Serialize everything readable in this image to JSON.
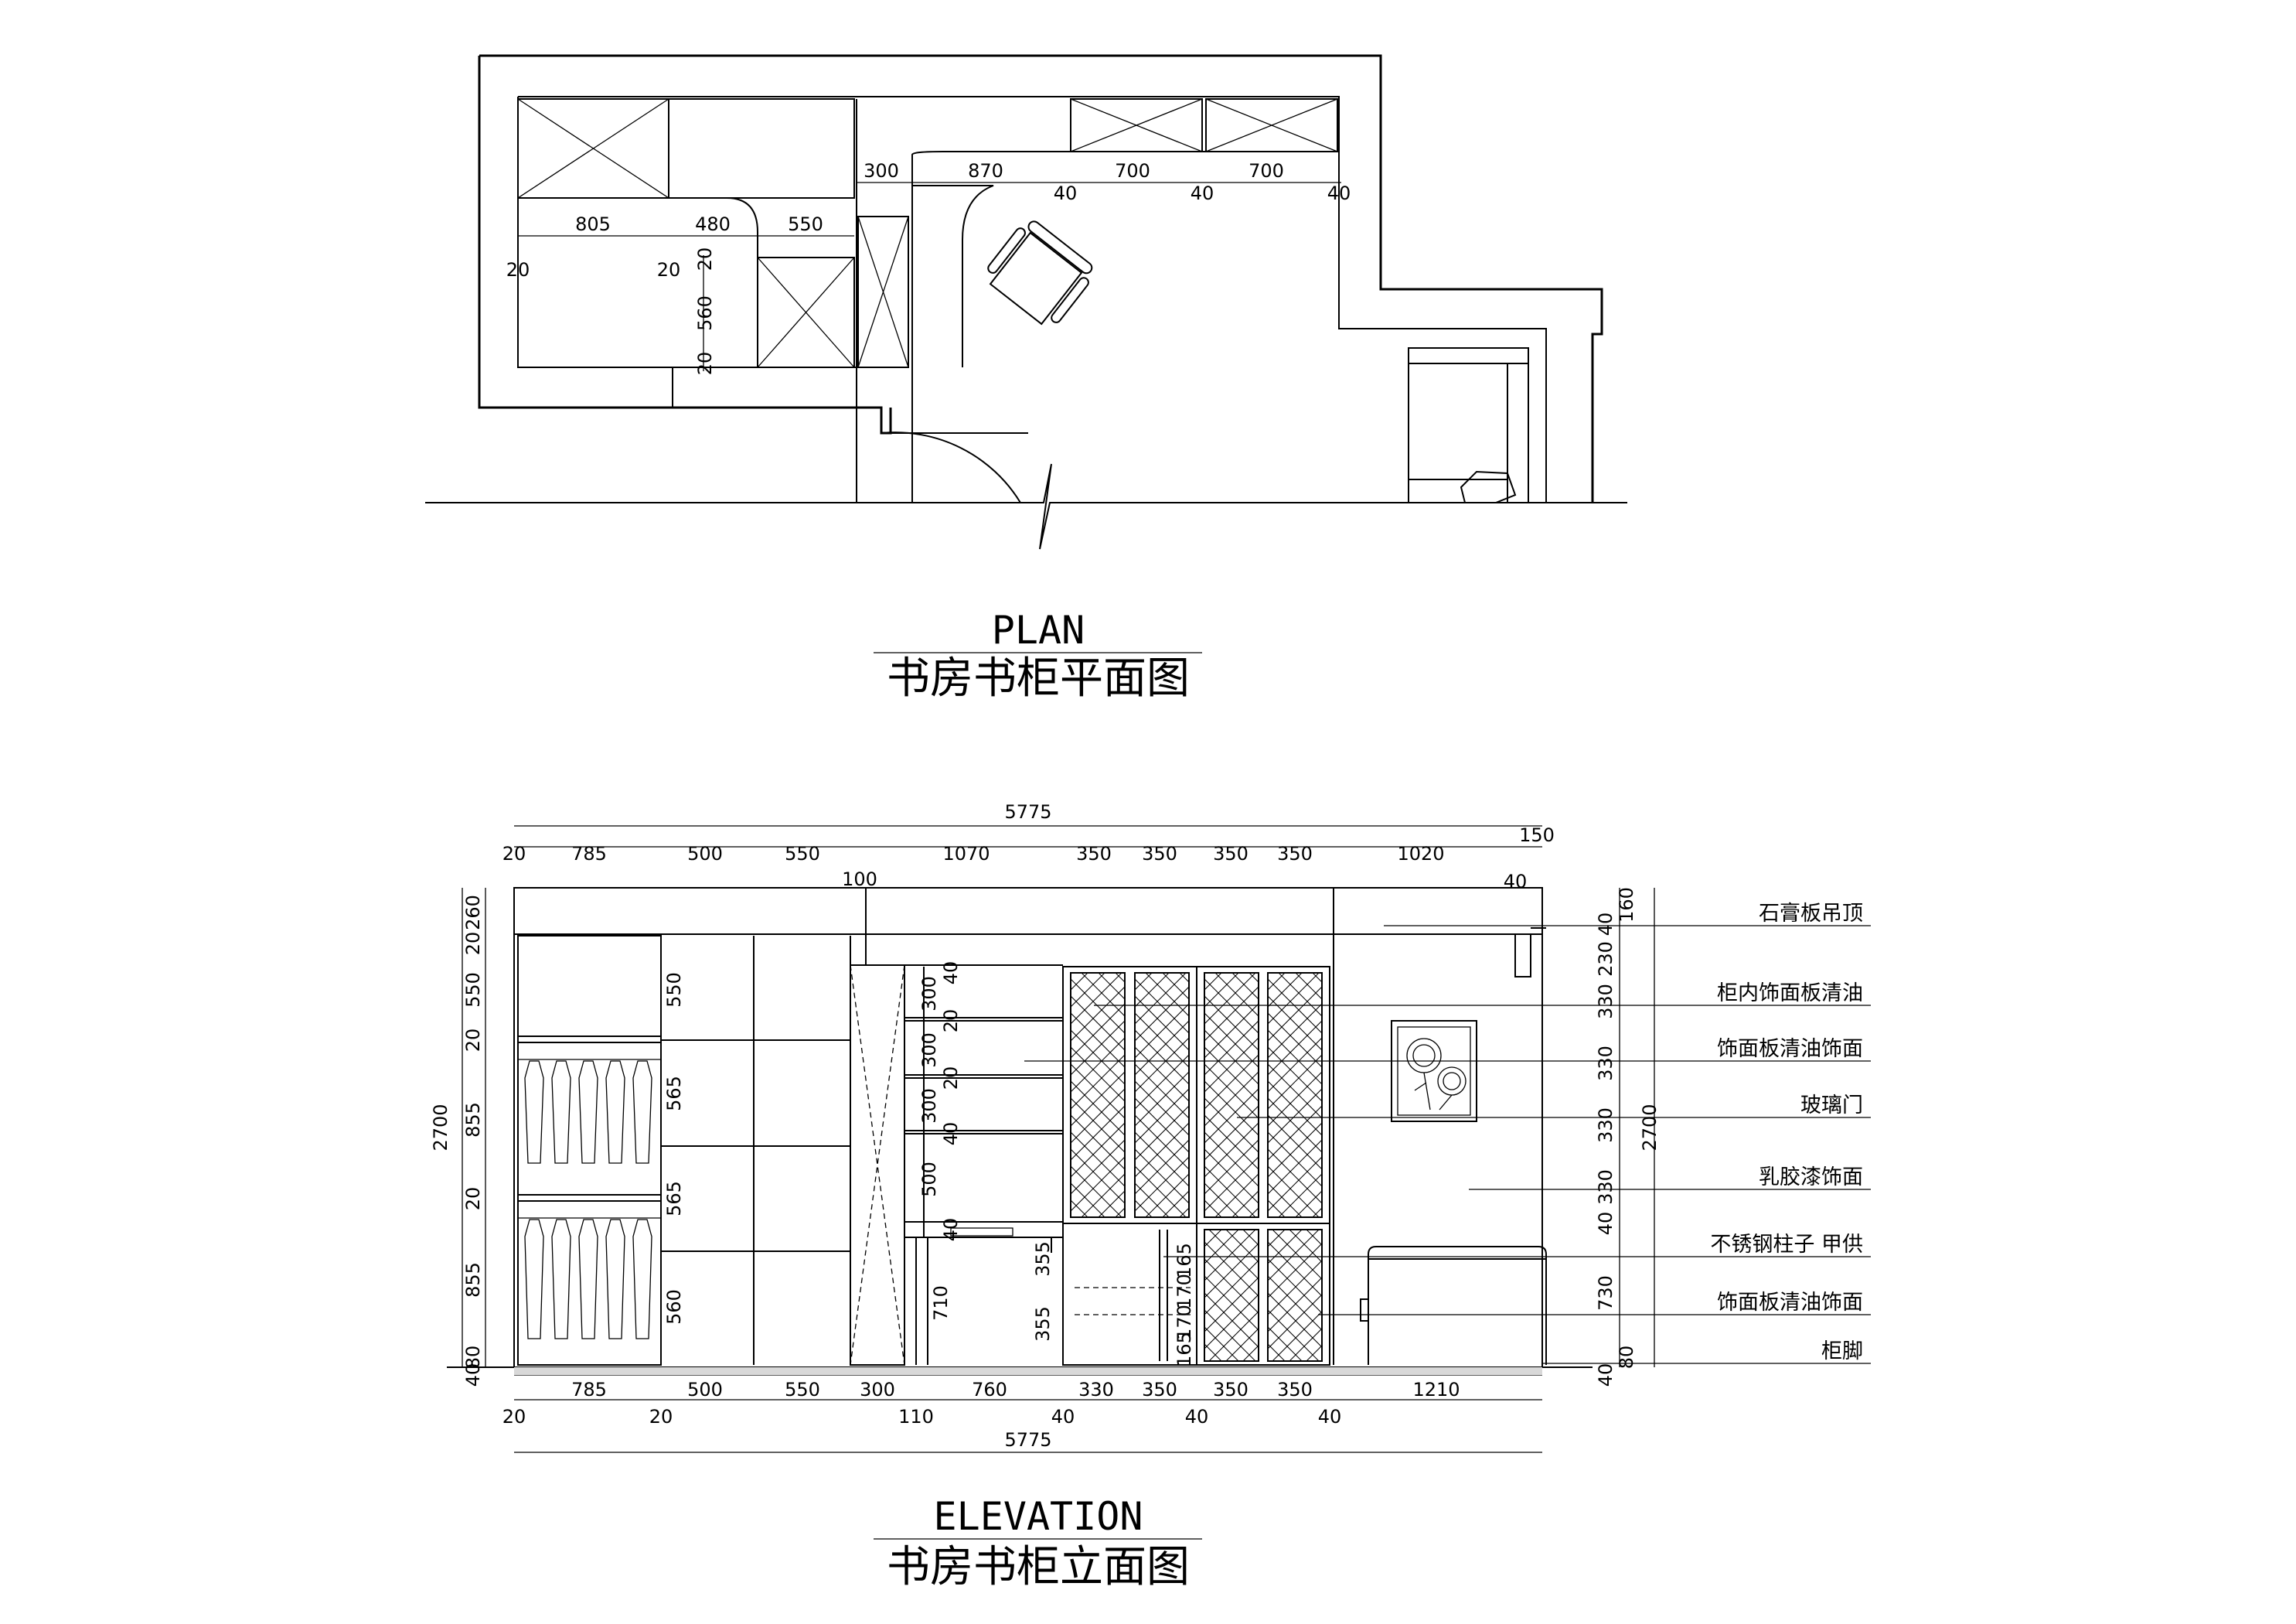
{
  "plan": {
    "title_en": "PLAN",
    "title_cn": "书房书柜平面图",
    "dims_top": [
      "300",
      "870",
      "700",
      "700"
    ],
    "dims_top_small": [
      "40",
      "40",
      "40"
    ],
    "dims_row": [
      "805",
      "480",
      "550"
    ],
    "dims_side": [
      "20",
      "20"
    ],
    "dims_vert": [
      "20",
      "560",
      "20"
    ]
  },
  "elevation": {
    "title_en": "ELEVATION",
    "title_cn": "书房书柜立面图",
    "total_top": "5775",
    "total_bottom": "5775",
    "top_row": [
      "20",
      "785",
      "500",
      "550",
      "1070",
      "350",
      "350",
      "350",
      "350",
      "1020",
      "150"
    ],
    "top_small": [
      "100",
      "40"
    ],
    "bottom_row": [
      "785",
      "500",
      "550",
      "300",
      "760",
      "330",
      "350",
      "350",
      "350",
      "1210"
    ],
    "bottom_small": [
      "20",
      "20",
      "110",
      "40",
      "40",
      "40"
    ],
    "left_total": "2700",
    "left_dims": [
      "260",
      "20",
      "550",
      "20",
      "855",
      "20",
      "855",
      "80",
      "40"
    ],
    "inner_left_dims": [
      "550",
      "565",
      "565",
      "560"
    ],
    "mid_dims": [
      "40",
      "300",
      "20",
      "300",
      "20",
      "300",
      "40",
      "500",
      "40",
      "710"
    ],
    "lower_dims": [
      "355",
      "355",
      "165",
      "170",
      "170",
      "165"
    ],
    "right_total": "2700",
    "right_dims": [
      "160",
      "40",
      "230",
      "330",
      "330",
      "330",
      "330",
      "40",
      "730",
      "80",
      "40"
    ],
    "callouts": [
      "石膏板吊顶",
      "柜内饰面板清油",
      "饰面板清油饰面",
      "玻璃门",
      "乳胶漆饰面",
      "不锈钢柱子  甲供",
      "饰面板清油饰面",
      "柜脚"
    ]
  }
}
